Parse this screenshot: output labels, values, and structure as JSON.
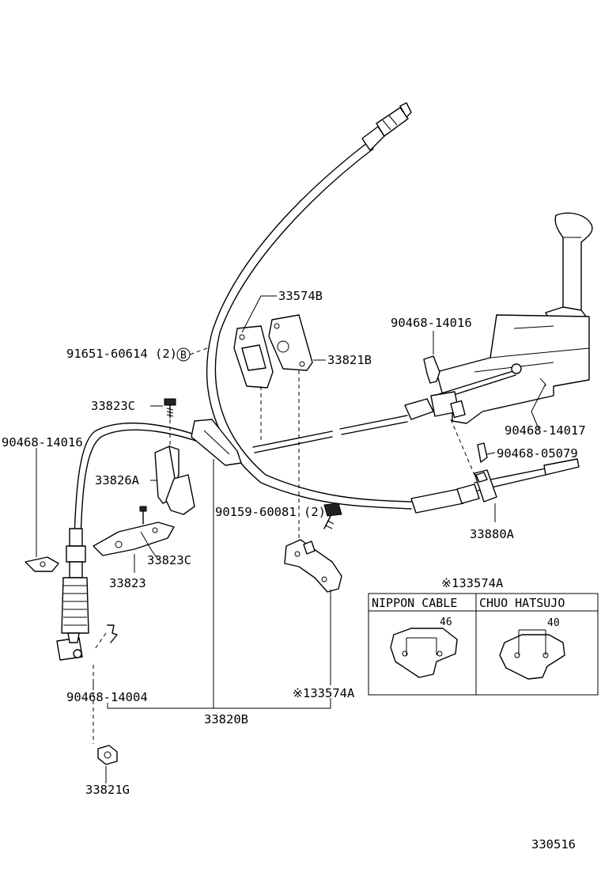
{
  "diagram": {
    "part_labels": {
      "p33574B": "33574B",
      "p33821B": "33821B",
      "p90468_14016_right": "90468-14016",
      "p91651": "91651-60614 (2)",
      "p33823C_top": "33823C",
      "p90468_14016_left": "90468-14016",
      "p33826A": "33826A",
      "p90468_14017": "90468-14017",
      "p90468_05079": "90468-05079",
      "p90159": "90159-60081 (2)",
      "p33880A": "33880A",
      "p33823C_bottom": "33823C",
      "p33823": "33823",
      "p33574A_lower": "※133574A",
      "p90468_14004": "90468-14004",
      "p33820B": "33820B",
      "p33821G": "33821G",
      "p330516": "330516"
    },
    "circle_marker": "B",
    "inset": {
      "title": "※133574A",
      "col_left": "NIPPON CABLE",
      "col_right": "CHUO HATSUJO",
      "dim_left": "46",
      "dim_right": "40"
    }
  }
}
